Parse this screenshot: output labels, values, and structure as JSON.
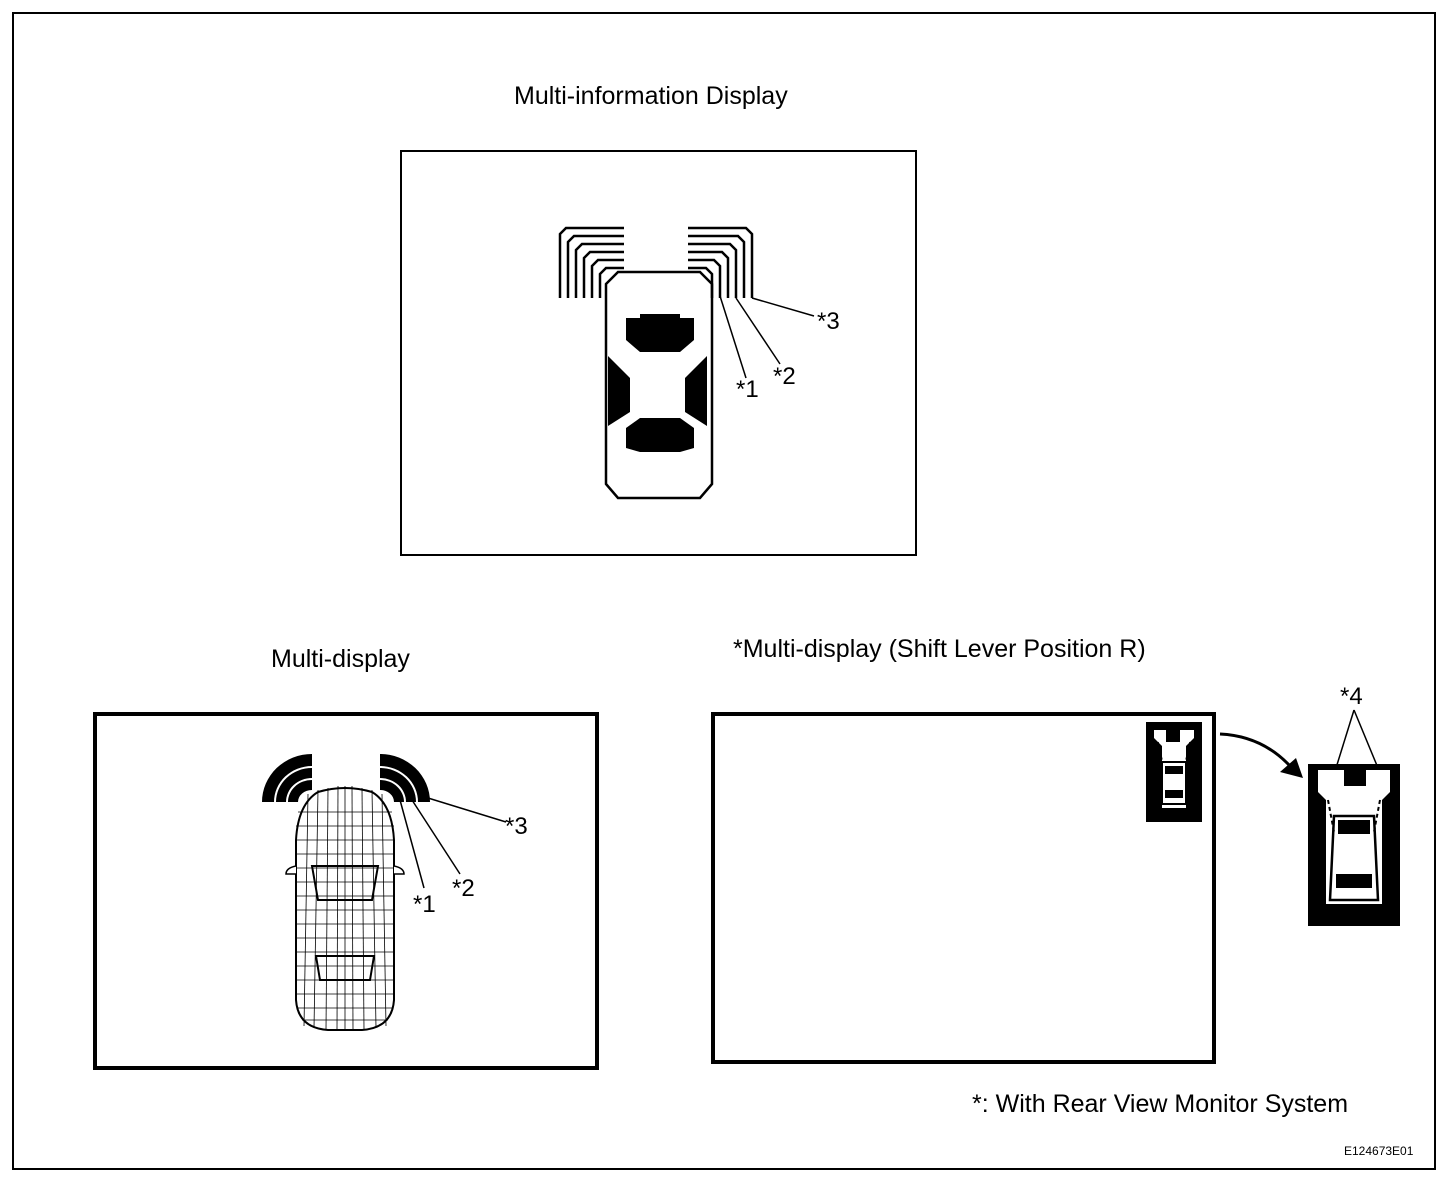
{
  "figure": {
    "mid_title": "Multi-information Display",
    "md_title": "Multi-display",
    "mdr_title": "*Multi-display (Shift Lever Position R)",
    "footnote": "*: With Rear View Monitor System",
    "figure_id": "E124673E01"
  },
  "callouts": {
    "mid": [
      "*1",
      "*2",
      "*3"
    ],
    "md": [
      "*1",
      "*2",
      "*3"
    ],
    "mdr": [
      "*4"
    ]
  },
  "colors": {
    "line": "#000000",
    "background": "#ffffff"
  },
  "icons": [
    "car-top-view-icon",
    "sensor-arc-icon",
    "curved-arrow-icon"
  ]
}
